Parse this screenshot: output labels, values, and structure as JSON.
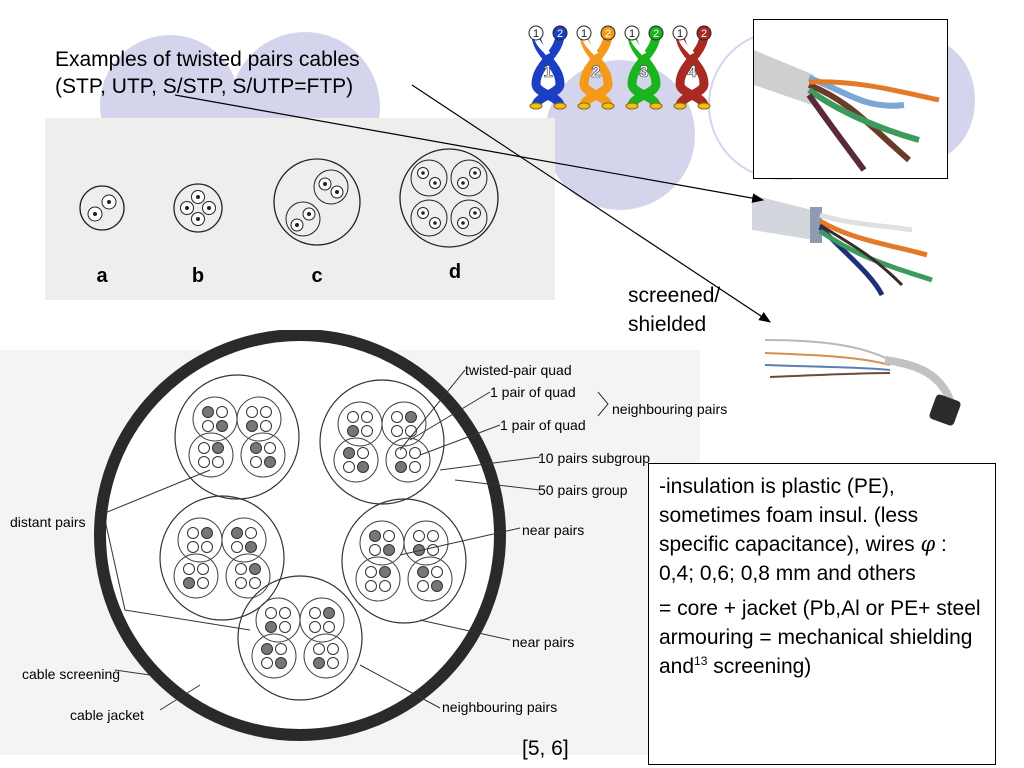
{
  "title": {
    "line1": "Examples of twisted pairs cables",
    "line2": "(STP, UTP, S/STP, S/UTP=FTP)"
  },
  "pair_badges": [
    {
      "a": "1",
      "b": "2",
      "num": "1",
      "color": "#1a3fc2"
    },
    {
      "a": "1",
      "b": "2",
      "num": "2",
      "color": "#f39a1a"
    },
    {
      "a": "1",
      "b": "2",
      "num": "3",
      "color": "#19b41e"
    },
    {
      "a": "1",
      "b": "2",
      "num": "4",
      "color": "#a82a22"
    }
  ],
  "cross_sections": {
    "labels": [
      "a",
      "b",
      "c",
      "d"
    ]
  },
  "screened_label": {
    "line1": "screened/",
    "line2": "shielded"
  },
  "diagram_labels": {
    "twisted_pair_quad": "twisted-pair quad",
    "pair_of_quad_1": "1 pair of quad",
    "pair_of_quad_2": "1 pair of quad",
    "neighbouring_pairs_top": "neighbouring pairs",
    "subgroup_10": "10 pairs subgroup",
    "group_50": "50 pairs group",
    "distant_pairs": "distant pairs",
    "near_pairs_1": "near pairs",
    "near_pairs_2": "near pairs",
    "cable_screening": "cable screening",
    "cable_jacket": "cable jacket",
    "neighbouring_pairs_bottom": "neighbouring pairs"
  },
  "reference": "[5, 6]",
  "info": {
    "para1_a": "-insulation is plastic (PE), sometimes foam insul. (less specific capacitance), wires",
    "phi": "φ",
    "para1_b": " : 0,4; 0,6; 0,8 mm and others",
    "para2_a": "= core + jacket (Pb,Al or PE+ steel armouring = mechanical shielding and",
    "page_number": "13",
    "para2_b": "screening)"
  },
  "colors": {
    "decor_circle": "#d4d4ec",
    "blue": "#1a3fc2",
    "orange": "#f39a1a",
    "green": "#19b41e",
    "brown": "#a82a22"
  }
}
